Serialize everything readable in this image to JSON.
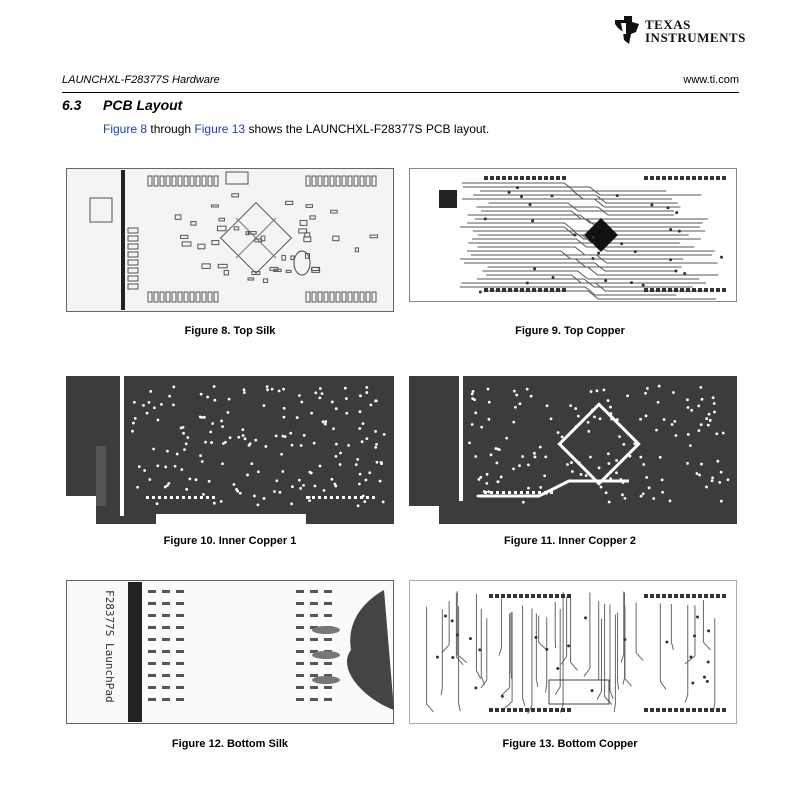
{
  "logo": {
    "line1": "TEXAS",
    "line2": "INSTRUMENTS"
  },
  "header": {
    "doc_title": "LAUNCHXL-F28377S Hardware",
    "site": "www.ti.com"
  },
  "section": {
    "number": "6.3",
    "title": "PCB Layout",
    "intro_link1": "Figure 8",
    "intro_mid": " through ",
    "intro_link2": "Figure 13",
    "intro_rest": " shows the LAUNCHXL-F28377S PCB layout."
  },
  "figures": [
    {
      "caption": "Figure 8. Top Silk"
    },
    {
      "caption": "Figure 9. Top Copper"
    },
    {
      "caption": "Figure 10. Inner Copper 1"
    },
    {
      "caption": "Figure 11. Inner Copper 2"
    },
    {
      "caption": "Figure 12. Bottom Silk"
    },
    {
      "caption": "Figure 13. Bottom Copper"
    }
  ],
  "colors": {
    "link": "#1f3fb0",
    "copper_fill": "#3c3c3c",
    "silk_lines": "#555555"
  }
}
